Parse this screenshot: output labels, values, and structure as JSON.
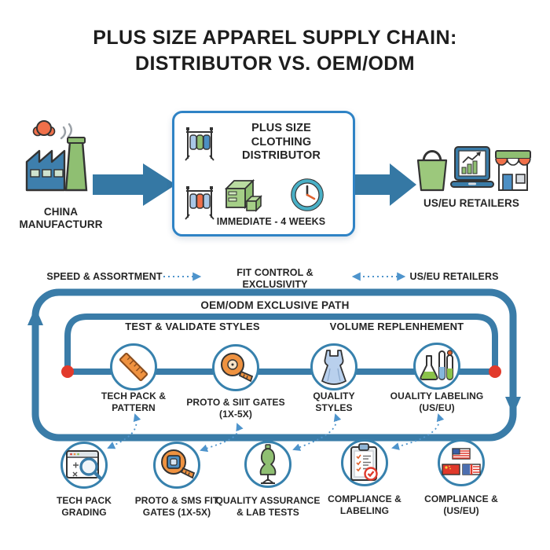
{
  "title": {
    "line1": "PLUS SIZE APPAREL SUPPLY CHAIN:",
    "line2": "DISTRIBUTOR VS. OEM/ODM"
  },
  "top_flow": {
    "source": {
      "label_line1": "CHINA",
      "label_line2": "MANUFACTURR",
      "icon": "factory-icon"
    },
    "distributor": {
      "title_line1": "PLUS SIZE",
      "title_line2": "CLOTHING",
      "title_line3": "DISTRIBUTOR",
      "timeline": "IMMEDIATE - 4 WEEKS",
      "icons": [
        "clothing-rack-icon",
        "clothing-rack-icon",
        "shipping-boxes-icon",
        "clock-icon"
      ]
    },
    "destination": {
      "label": "US/EU RETAILERS",
      "icons": [
        "shopping-bag-icon",
        "laptop-chart-icon",
        "storefront-icon"
      ]
    }
  },
  "comparison": {
    "left_label": "SPEED & ASSORTMENT",
    "center_label": "FIT CONTROL & EXCLUSIVITY",
    "right_label": "US/EU RETAILERS"
  },
  "oem_path": {
    "title": "OEM/ODM EXCLUSIVE PATH",
    "stage_groups": [
      "TEST & VALIDATE STYLES",
      "VOLUME REPLENHEMENT"
    ],
    "stages": [
      {
        "label_line1": "TECH PACK &",
        "label_line2": "PATTERN",
        "icon": "ruler-icon"
      },
      {
        "label_line1": "PROTO & SIIT GATES",
        "label_line2": "(1X-5X)",
        "icon": "measuring-tape-icon"
      },
      {
        "label_line1": "QUALITY",
        "label_line2": "STYLES",
        "icon": "dress-icon"
      },
      {
        "label_line1": "OUALITY LABELING",
        "label_line2": "(US/EU)",
        "icon": "lab-flasks-icon"
      }
    ]
  },
  "bottom_stages": [
    {
      "label_line1": "TECH PACK",
      "label_line2": "GRADING",
      "icon": "grading-search-icon"
    },
    {
      "label_line1": "PROTO & SMS FIT",
      "label_line2": "GATES (1X-5X)",
      "icon": "fit-tape-icon"
    },
    {
      "label_line1": "QUALITY ASSURANCE",
      "label_line2": "& LAB TESTS",
      "icon": "mannequin-icon"
    },
    {
      "label_line1": "COMPLIANCE &",
      "label_line2": "LABELING",
      "icon": "clipboard-check-icon"
    },
    {
      "label_line1": "COMPLIANCE &",
      "label_line2": "(US/EU)",
      "icon": "flags-icon"
    }
  ],
  "colors": {
    "path_blue": "#3a7ca8",
    "box_border_blue": "#2f83c5",
    "dotted_blue": "#4e94cc",
    "node_red": "#e23a2b",
    "accent_orange": "#ef9240",
    "accent_green": "#8fbf72",
    "accent_teal": "#49b0c6"
  }
}
